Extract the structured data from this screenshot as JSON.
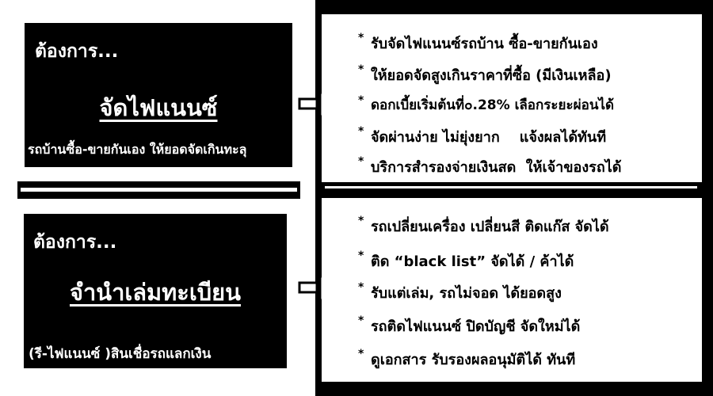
{
  "colors": {
    "background": "#000000",
    "foreground": "#ffffff"
  },
  "top": {
    "heading": "ต้องการ...",
    "title": "จัดไฟแนนซ์",
    "subtitle": "รถบ้านซื้อ-ขายกันเอง ให้ยอดจัดเกินทะลุ",
    "items": [
      "รับจัดไฟแนนซ์รถบ้าน ซื้อ-ขายกันเอง",
      "ให้ยอดจัดสูงเกินราคาที่ซื้อ (มีเงินเหลือ)",
      "ดอกเบี้ยเริ่มต้นที่๐.28% เลือกระยะผ่อนได้",
      "จัดผ่านง่าย ไม่ยุ่งยาก    แจ้งผลได้ทันที",
      "บริการสำรองจ่ายเงินสด  ให้เจ้าของรถได้"
    ]
  },
  "bottom": {
    "heading": "ต้องการ...",
    "title": "จำนำเล่มทะเบียน",
    "subtitle": "(รี-ไฟแนนซ์ )สินเชื่อรถแลกเงิน",
    "items": [
      "รถเปลี่ยนเครื่อง เปลี่ยนสี ติดแก๊ส จัดได้",
      "ติด “black list” จัดได้ / ค้าได้",
      "รับแต่เล่ม, รถไม่จอด ได้ยอดสูง",
      "รถติดไฟแนนซ์ ปิดบัญชี จัดใหม่ได้",
      "ดูเอกสาร รับรองผลอนุมัติได้ ทันที"
    ]
  },
  "bullet": "*"
}
